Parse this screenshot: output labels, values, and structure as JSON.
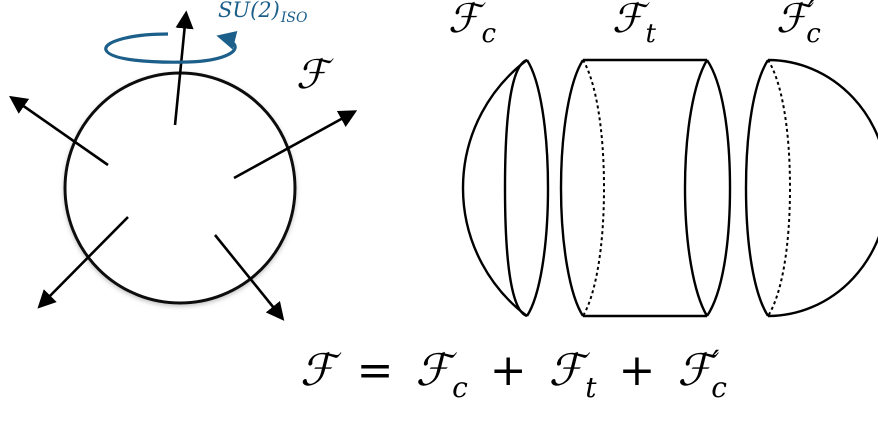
{
  "left_figure": {
    "symbol_label": "ℱ",
    "rotation_label": "SU(2)",
    "rotation_subscript": "ISO"
  },
  "pieces": [
    {
      "symbol": "ℱ",
      "subscript": "c",
      "prime": ""
    },
    {
      "symbol": "ℱ",
      "subscript": "t",
      "prime": ""
    },
    {
      "symbol": "ℱ",
      "subscript": "c",
      "prime": "′"
    }
  ],
  "equation": {
    "lhs": "ℱ",
    "eq": "=",
    "term1": "ℱ",
    "term1_sub": "c",
    "plus1": "+",
    "term2": "ℱ",
    "term2_sub": "t",
    "plus2": "+",
    "term3": "ℱ",
    "term3_prime": "′",
    "term3_sub": "c"
  },
  "colors": {
    "stroke": "#000000",
    "rotation_arrow": "#1c5f8a"
  }
}
